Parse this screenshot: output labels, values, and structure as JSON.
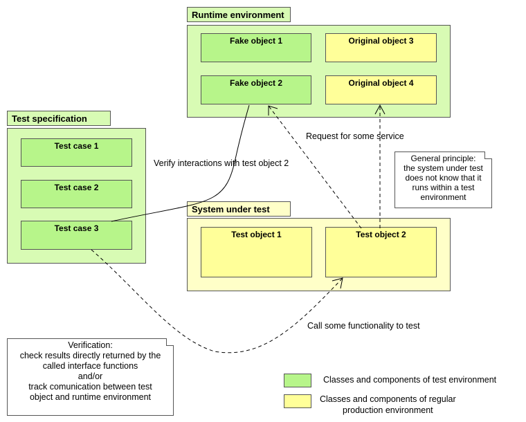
{
  "packages": {
    "runtime": {
      "title": "Runtime environment"
    },
    "test_spec": {
      "title": "Test specification"
    },
    "system": {
      "title": "System under test"
    }
  },
  "classes": {
    "fake1": "Fake object 1",
    "fake2": "Fake object 2",
    "orig3": "Original object 3",
    "orig4": "Original object 4",
    "case1": "Test case 1",
    "case2": "Test case 2",
    "case3": "Test case 3",
    "tobj1": "Test object 1",
    "tobj2": "Test object 2"
  },
  "edges": {
    "request": "Request for some service",
    "verify": "Verify interactions with test object 2",
    "call": "Call some functionality to test"
  },
  "notes": {
    "principle": [
      "General principle:",
      "the system under test",
      "does not know that it",
      "runs within a test",
      "environment"
    ],
    "verification": [
      "Verification:",
      "check results directly returned by the",
      "called interface functions",
      "and/or",
      "track comunication between test",
      "object and runtime environment"
    ]
  },
  "legend": {
    "test_env": "Classes and components of test environment",
    "production_env_line1": "Classes and components of regular",
    "production_env_line2": "production environment"
  },
  "colors": {
    "package_green": "#d8fbb4",
    "class_green": "#b7f58a",
    "package_yellow": "#ffffc8",
    "class_yellow": "#ffff99"
  }
}
